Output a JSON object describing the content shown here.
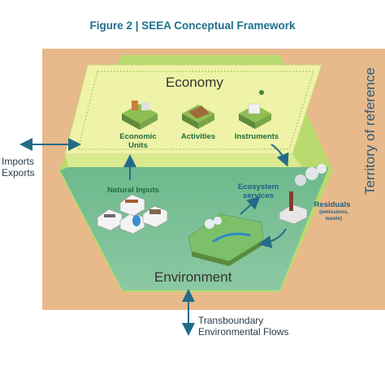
{
  "figure_title": "Figure 2 | SEEA Conceptual Framework",
  "territory_label": "Territory of reference",
  "economy": {
    "heading": "Economy",
    "economic_units": [
      "Economic",
      "Units"
    ],
    "activities": "Activities",
    "instruments": "Instruments"
  },
  "environment": {
    "heading": "Environment",
    "natural_inputs": "Natural Inputs",
    "ecosystem_services": [
      "Ecosystem",
      "services"
    ],
    "residuals": "Residuals",
    "residuals_detail": [
      "(emissions,",
      "waste)"
    ]
  },
  "external_flows": {
    "imports": "Imports",
    "exports": "Exports",
    "transboundary": [
      "Transboundary",
      "Environmental Flows"
    ]
  },
  "colors": {
    "territory_bg": "#e8b98a",
    "hex_outer": "#b5d86a",
    "economy_fill": "#eaf0a4",
    "environment_fill": "#6fb98a",
    "arrow": "#236b8a"
  }
}
